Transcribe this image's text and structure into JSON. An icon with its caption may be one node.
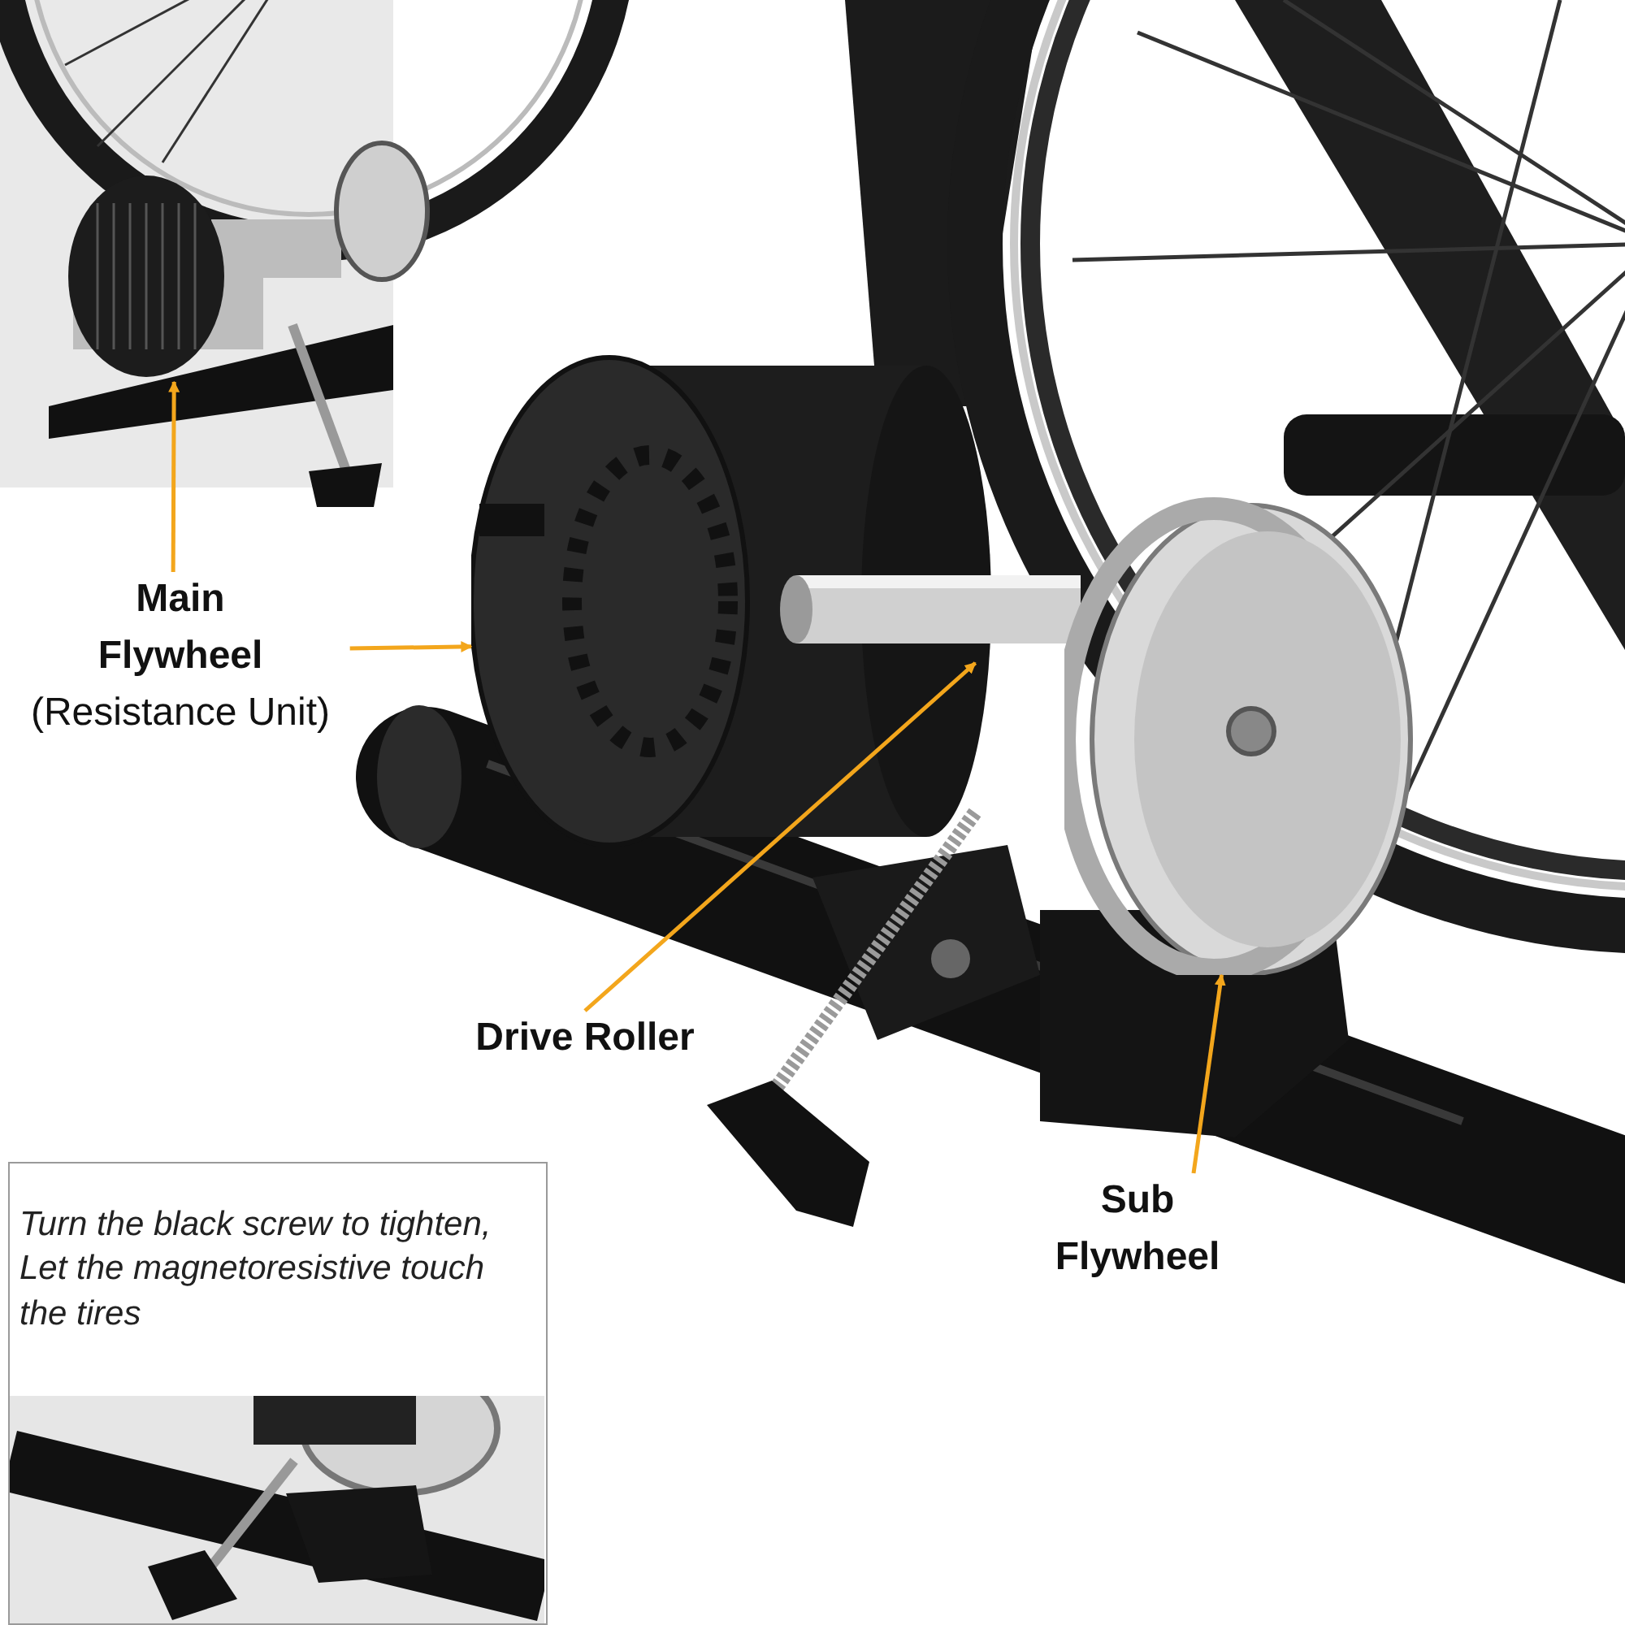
{
  "diagram": {
    "nodes": [
      {
        "text": [],
        "shape": "circle"
      },
      {
        "text": [
          "Main Flywheel",
          "(Resistance Unit)"
        ]
      },
      {
        "text": [],
        "shape": "circle"
      },
      {
        "text": [],
        "shape": "cylinder"
      },
      {
        "text": [
          "Drive Roller"
        ]
      },
      {
        "text": [],
        "shape": "circle"
      },
      {
        "text": [
          "Sub Flywheel"
        ]
      },
      {
        "text": [
          "Turn the black screw to tighten, Let the magnetoresistive touch the tires"
        ]
      }
    ],
    "edges": [
      {
        "from": 1,
        "to": 0,
        "arrow": "to"
      },
      {
        "from": 1,
        "to": 2,
        "arrow": "to"
      },
      {
        "from": 4,
        "to": 3,
        "arrow": "to"
      },
      {
        "from": 6,
        "to": 5,
        "arrow": "to"
      }
    ]
  }
}
